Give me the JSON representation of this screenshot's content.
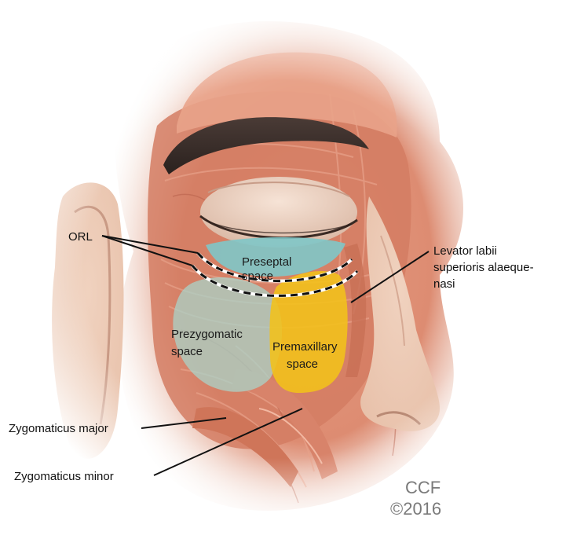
{
  "labels": {
    "orl": "ORL",
    "preseptal_line1": "Preseptal",
    "preseptal_line2": "space",
    "prezygomatic_line1": "Prezygomatic",
    "prezygomatic_line2": "space",
    "premaxillary_line1": "Premaxillary",
    "premaxillary_line2": "space",
    "levator_line1": "Levator labii",
    "levator_line2": "superioris alaeque-",
    "levator_line3": "nasi",
    "zygomaticus_major": "Zygomaticus major",
    "zygomaticus_minor": "Zygomaticus minor"
  },
  "credit": {
    "line1": "CCF",
    "line2": "©2016"
  },
  "colors": {
    "preseptal_space": "#7fc6c8",
    "prezygomatic_space": "#a9d3c8",
    "premaxillary_space": "#f2c21a",
    "muscle": "#d9826a",
    "skin": "#ecc9b4",
    "brow": "#3b2f2b"
  }
}
